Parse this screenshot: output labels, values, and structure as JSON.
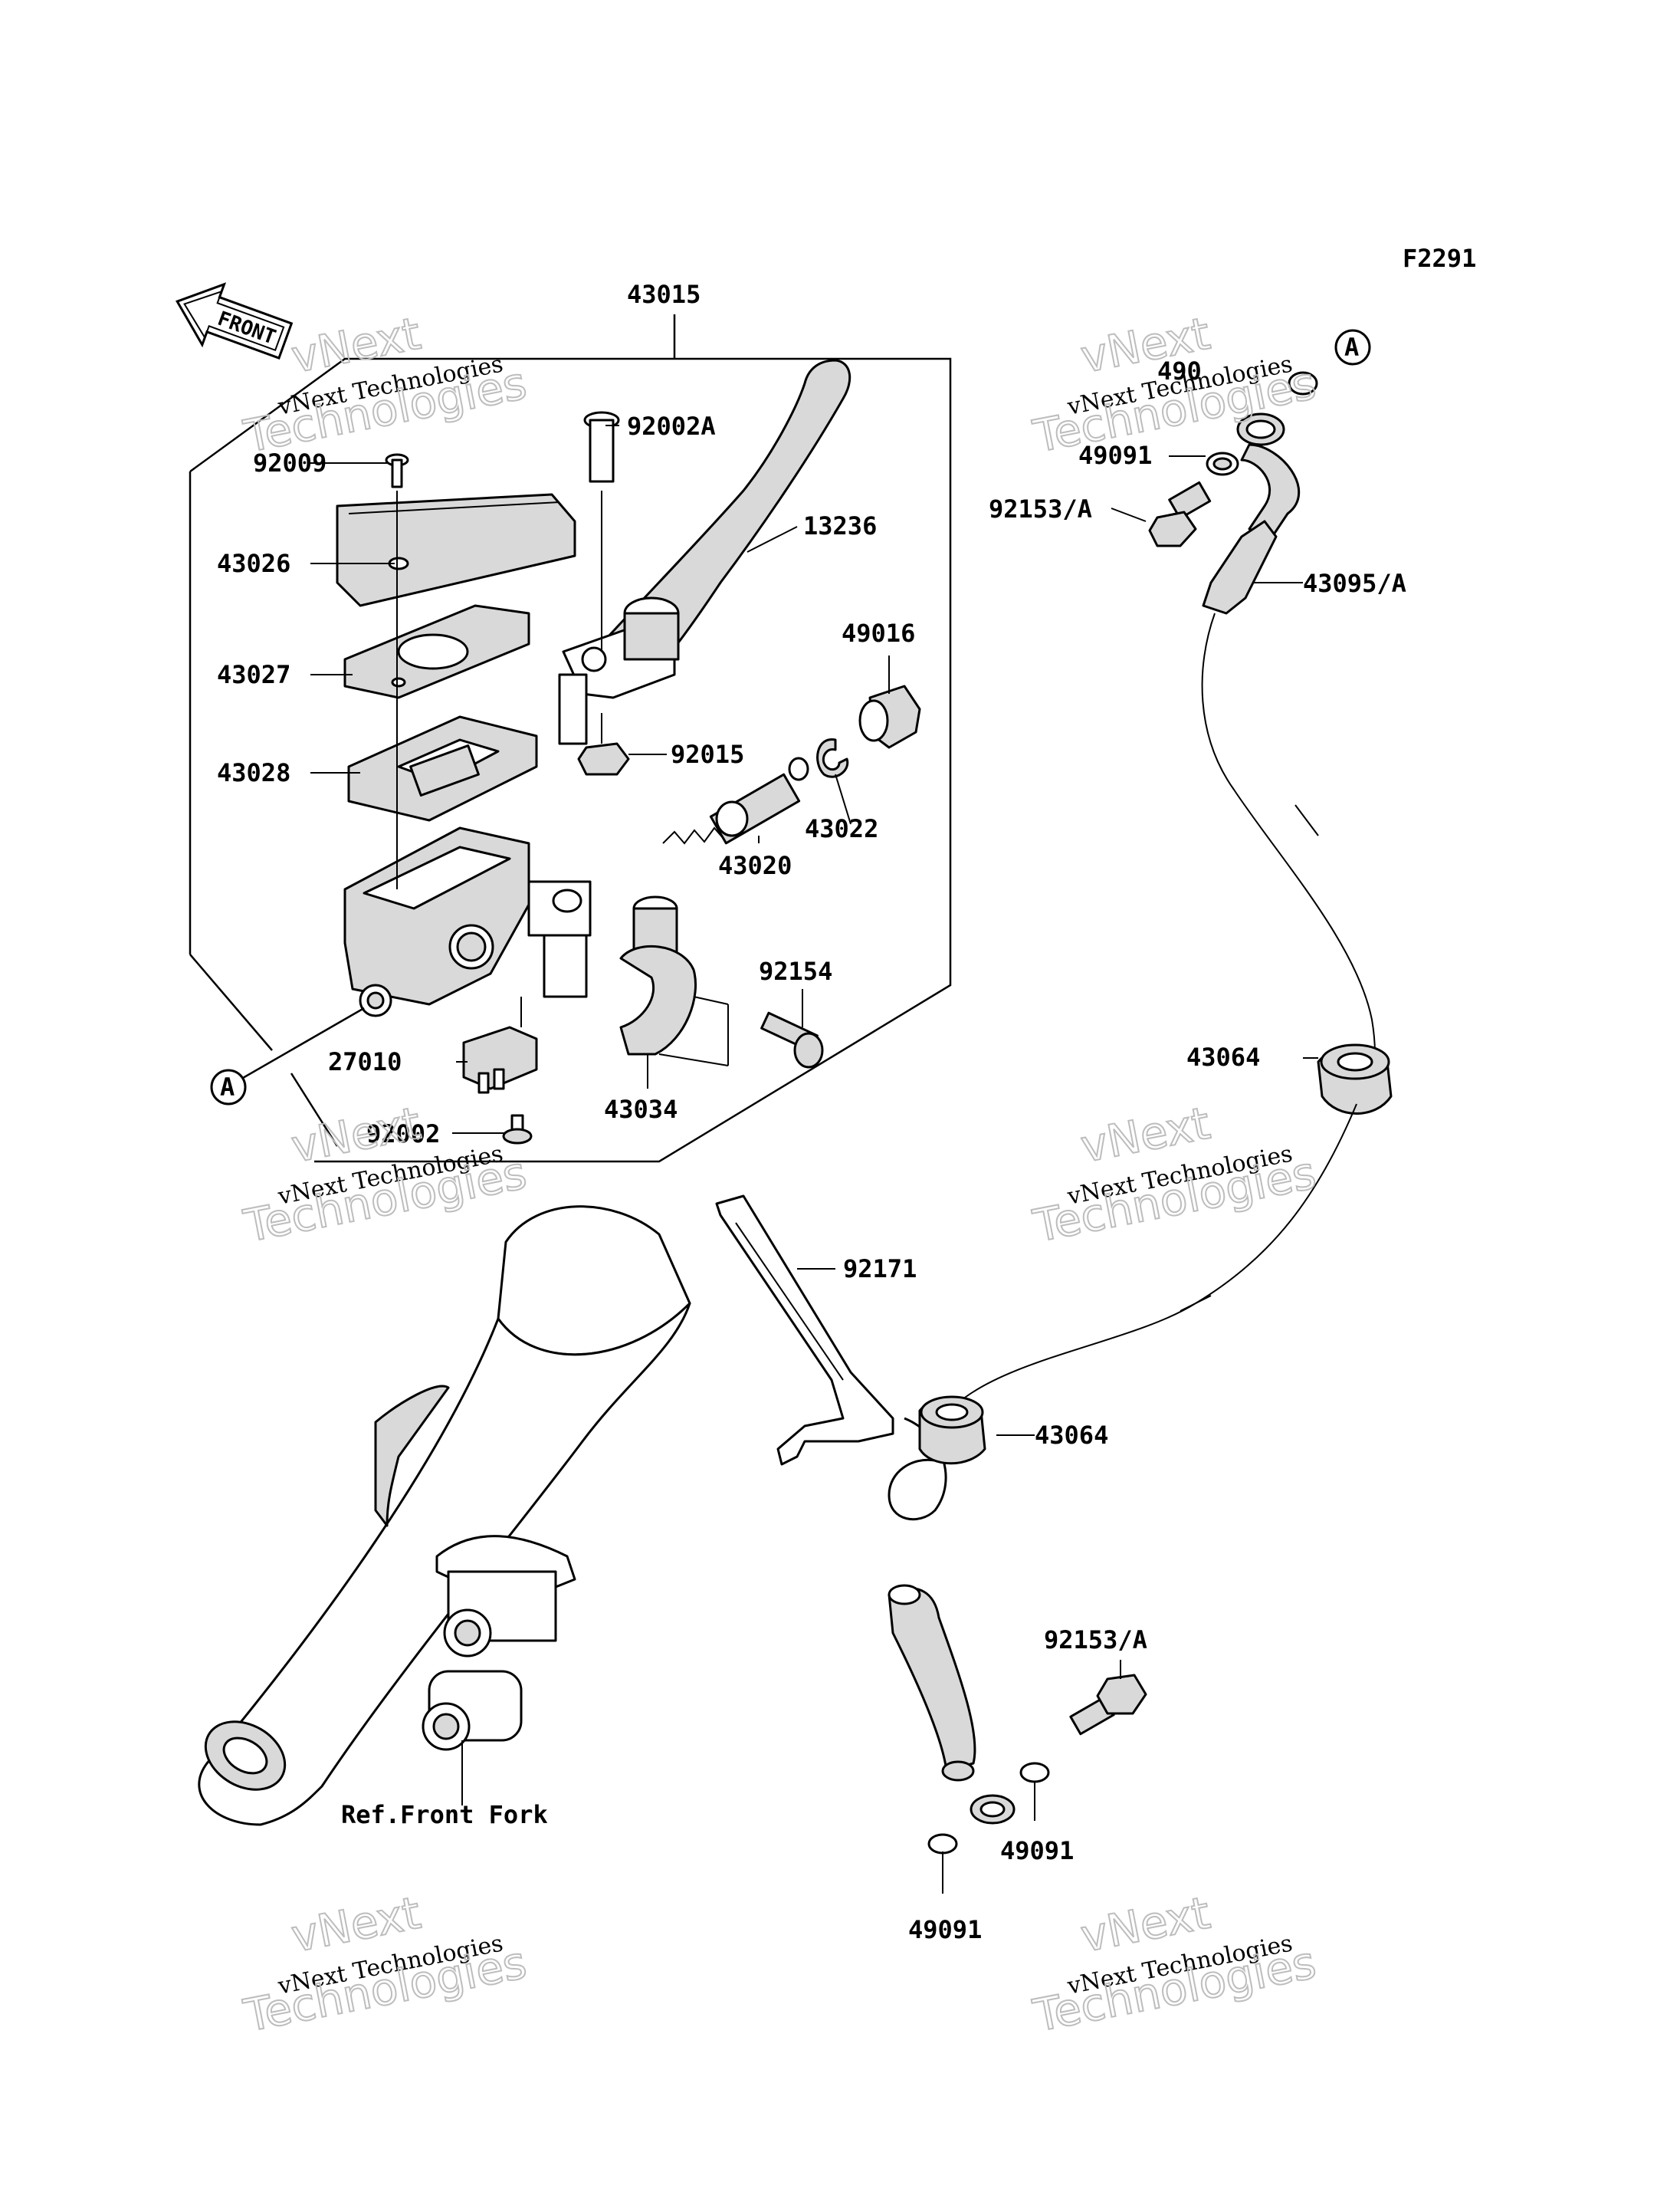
{
  "diagram_code": "F2291",
  "front_label": "FRONT",
  "ref_label": "A",
  "ref_fork": "Ref.Front Fork",
  "parts": {
    "p43015": "43015",
    "p92002A": "92002A",
    "p13236": "13236",
    "p92009": "92009",
    "p43026": "43026",
    "p43027": "43027",
    "p43028": "43028",
    "p49016": "49016",
    "p92015": "92015",
    "p43022": "43022",
    "p43020": "43020",
    "p92154": "92154",
    "p27010": "27010",
    "p43034": "43034",
    "p92002": "92002",
    "p49091_top": "49091",
    "p92153A_top": "92153/A",
    "p43095A": "43095/A",
    "p43064_mid": "43064",
    "p92171": "92171",
    "p43064_low": "43064",
    "p92153A_low": "92153/A",
    "p49091_low1": "49091",
    "p49091_low2": "49091",
    "p49091_partial": "490"
  },
  "watermark": {
    "line1": "vNext",
    "line2": "vNext Technologies",
    "line3": "Technologies"
  }
}
